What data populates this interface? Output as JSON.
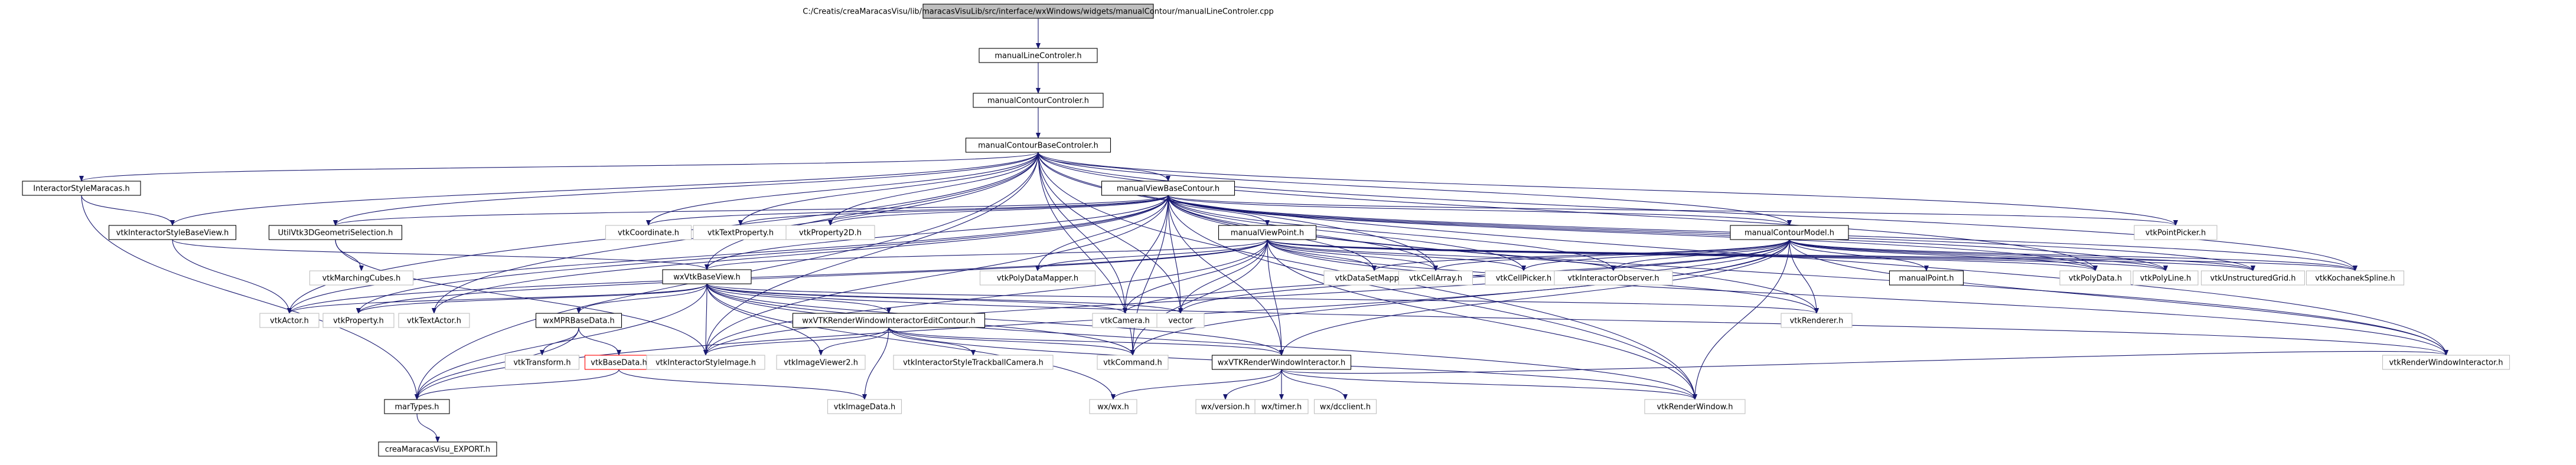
{
  "colors": {
    "edge": "#191970",
    "root_fill": "#bfbfbf",
    "node_border": "#000000",
    "missing_border": "#bfbfbf",
    "highlight_border": "#ff0000",
    "text": "#000000"
  },
  "nodes": [
    {
      "id": "root",
      "label": "C:/Creatis/creaMaracasVisu/lib/maracasVisuLib/src/interface/wxWindows/widgets/manualContour/manualLineControler.cpp",
      "style": "root"
    },
    {
      "id": "lineCtrl",
      "label": "manualLineControler.h",
      "style": "normal"
    },
    {
      "id": "contourCtrl",
      "label": "manualContourControler.h",
      "style": "normal"
    },
    {
      "id": "baseCtrl",
      "label": "manualContourBaseControler.h",
      "style": "normal"
    },
    {
      "id": "interStyleMar",
      "label": "InteractorStyleMaracas.h",
      "style": "normal"
    },
    {
      "id": "viewBase",
      "label": "manualViewBaseContour.h",
      "style": "normal"
    },
    {
      "id": "vtkIntStyleBase",
      "label": "vtkInteractorStyleBaseView.h",
      "style": "normal"
    },
    {
      "id": "util3D",
      "label": "UtilVtk3DGeometriSelection.h",
      "style": "normal"
    },
    {
      "id": "vtkCoord",
      "label": "vtkCoordinate.h",
      "style": "missing"
    },
    {
      "id": "vtkTextProp",
      "label": "vtkTextProperty.h",
      "style": "missing"
    },
    {
      "id": "vtkProp2D",
      "label": "vtkProperty2D.h",
      "style": "missing"
    },
    {
      "id": "viewPoint",
      "label": "manualViewPoint.h",
      "style": "normal"
    },
    {
      "id": "contourModel",
      "label": "manualContourModel.h",
      "style": "normal"
    },
    {
      "id": "vtkPointPicker",
      "label": "vtkPointPicker.h",
      "style": "missing"
    },
    {
      "id": "vtkMarching",
      "label": "vtkMarchingCubes.h",
      "style": "missing"
    },
    {
      "id": "vtkPolyDataMapper",
      "label": "vtkPolyDataMapper.h",
      "style": "missing"
    },
    {
      "id": "vtkDataSetMapper",
      "label": "vtkDataSetMapper.h",
      "style": "missing"
    },
    {
      "id": "vtkCellArray",
      "label": "vtkCellArray.h",
      "style": "missing"
    },
    {
      "id": "vtkCellPicker",
      "label": "vtkCellPicker.h",
      "style": "missing"
    },
    {
      "id": "vtkIntObserver",
      "label": "vtkInteractorObserver.h",
      "style": "missing"
    },
    {
      "id": "manualPoint",
      "label": "manualPoint.h",
      "style": "normal"
    },
    {
      "id": "vtkPolyData",
      "label": "vtkPolyData.h",
      "style": "missing"
    },
    {
      "id": "vtkPolyLine",
      "label": "vtkPolyLine.h",
      "style": "missing"
    },
    {
      "id": "vtkUnstruct",
      "label": "vtkUnstructuredGrid.h",
      "style": "missing"
    },
    {
      "id": "vtkKochanek",
      "label": "vtkKochanekSpline.h",
      "style": "missing"
    },
    {
      "id": "vtkActor",
      "label": "vtkActor.h",
      "style": "missing"
    },
    {
      "id": "vtkProperty",
      "label": "vtkProperty.h",
      "style": "missing"
    },
    {
      "id": "vtkTextActor",
      "label": "vtkTextActor.h",
      "style": "missing"
    },
    {
      "id": "wxVtkBaseView",
      "label": "wxVtkBaseView.h",
      "style": "normal"
    },
    {
      "id": "wxVTKRWIEdit",
      "label": "wxVTKRenderWindowInteractorEditContour.h",
      "style": "normal"
    },
    {
      "id": "vtkCamera",
      "label": "vtkCamera.h",
      "style": "missing"
    },
    {
      "id": "vector",
      "label": "vector",
      "style": "missing"
    },
    {
      "id": "vtkRenderer",
      "label": "vtkRenderer.h",
      "style": "missing"
    },
    {
      "id": "wxMPR",
      "label": "wxMPRBaseData.h",
      "style": "normal"
    },
    {
      "id": "vtkTransform",
      "label": "vtkTransform.h",
      "style": "missing"
    },
    {
      "id": "vtkBaseData",
      "label": "vtkBaseData.h",
      "style": "highlight"
    },
    {
      "id": "vtkIntStyleImage",
      "label": "vtkInteractorStyleImage.h",
      "style": "missing"
    },
    {
      "id": "vtkImageViewer2",
      "label": "vtkImageViewer2.h",
      "style": "missing"
    },
    {
      "id": "vtkIntStyleTrack",
      "label": "vtkInteractorStyleTrackballCamera.h",
      "style": "missing"
    },
    {
      "id": "vtkCommand",
      "label": "vtkCommand.h",
      "style": "missing"
    },
    {
      "id": "wxVTKRWI",
      "label": "wxVTKRenderWindowInteractor.h",
      "style": "normal"
    },
    {
      "id": "vtkRWI",
      "label": "vtkRenderWindowInteractor.h",
      "style": "missing"
    },
    {
      "id": "marTypes",
      "label": "marTypes.h",
      "style": "normal"
    },
    {
      "id": "vtkImageData",
      "label": "vtkImageData.h",
      "style": "missing"
    },
    {
      "id": "wxwx",
      "label": "wx/wx.h",
      "style": "missing"
    },
    {
      "id": "wxtimer",
      "label": "wx/timer.h",
      "style": "missing"
    },
    {
      "id": "wxdcclient",
      "label": "wx/dcclient.h",
      "style": "missing"
    },
    {
      "id": "wxversion",
      "label": "wx/version.h",
      "style": "missing"
    },
    {
      "id": "vtkRenderWindow",
      "label": "vtkRenderWindow.h",
      "style": "missing"
    },
    {
      "id": "creaExport",
      "label": "creaMaracasVisu_EXPORT.h",
      "style": "normal"
    }
  ]
}
